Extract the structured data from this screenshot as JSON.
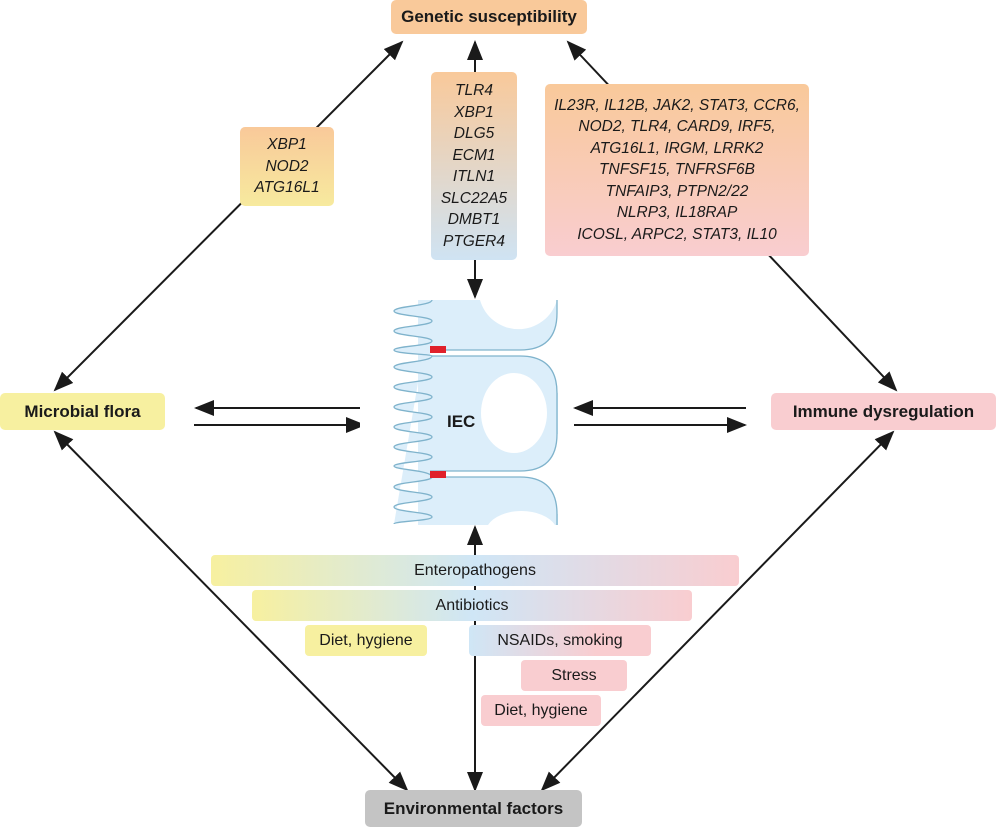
{
  "nodes": {
    "genetic": "Genetic susceptibility",
    "microbial": "Microbial flora",
    "immune": "Immune dysregulation",
    "environmental": "Environmental factors",
    "iec": "IEC"
  },
  "gene_boxes": {
    "microbial_genetic": [
      "XBP1",
      "NOD2",
      "ATG16L1"
    ],
    "iec_genetic": [
      "TLR4",
      "XBP1",
      "DLG5",
      "ECM1",
      "ITLN1",
      "SLC22A5",
      "DMBT1",
      "PTGER4"
    ],
    "immune_genetic": [
      "IL23R, IL12B, JAK2, STAT3, CCR6,",
      "NOD2, TLR4, CARD9, IRF5,",
      "ATG16L1, IRGM, LRRK2",
      "TNFSF15, TNFRSF6B",
      "TNFAIP3, PTPN2/22",
      "NLRP3, IL18RAP",
      "ICOSL, ARPC2, STAT3, IL10"
    ]
  },
  "environmental_factors": [
    {
      "label": "Enteropathogens"
    },
    {
      "label": "Antibiotics"
    },
    {
      "label": "Diet, hygiene"
    },
    {
      "label": "NSAIDs, smoking"
    },
    {
      "label": "Stress"
    },
    {
      "label": "Diet, hygiene"
    }
  ],
  "colors": {
    "genetic": "#f9c99a",
    "microbial": "#f7f0a0",
    "immune": "#f9cdd0",
    "environmental": "#c4c4c4",
    "iec_fill": "#dceefa",
    "iec_stroke": "#7fb3cc",
    "junction": "#e0202a",
    "arrow": "#1a1a1a"
  }
}
